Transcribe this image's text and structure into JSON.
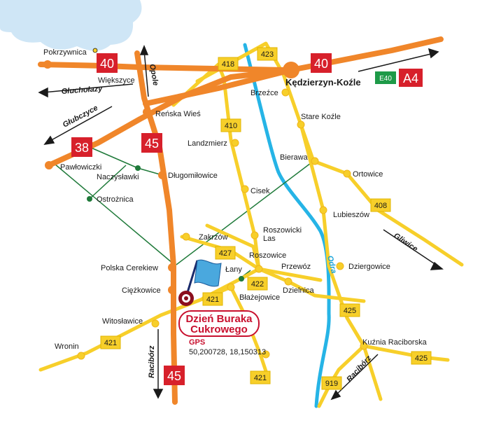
{
  "map": {
    "towns": {
      "pokrzywnica": "Pokrzywnica",
      "wiekszyce": "Większyce",
      "renska_wies": "Reńska Wieś",
      "kedzierzyn_kozle": "Kędzierzyn-Koźle",
      "brzezce": "Brzeźce",
      "stare_kozle": "Stare Koźle",
      "landzmierz": "Landzmierz",
      "bierawa": "Bierawa",
      "ortowice": "Ortowice",
      "pawlowiczki": "Pawłowiczki",
      "naczyslawki": "Naczysławki",
      "dlugomilowice": "Długomiłowice",
      "cisek": "Cisek",
      "ostroznica": "Ostrożnica",
      "lubieszow": "Lubieszów",
      "zakrzow": "Zakrzów",
      "roszowicki_las_1": "Roszowicki",
      "roszowicki_las_2": "Las",
      "roszowice": "Roszowice",
      "polska_cerekiew": "Polska Cerekiew",
      "lany": "Łany",
      "przewoz": "Przewóz",
      "dziergowice": "Dziergowice",
      "ciezkowice": "Ciężkowice",
      "dzielnica": "Dzielnica",
      "blazejowice": "Błażejowice",
      "witoslawice": "Witosławice",
      "wronin": "Wronin",
      "kuznia_raciborska": "Kuźnia Raciborska"
    },
    "directions": {
      "opole": "Opole",
      "glucholazy": "Głuchołazy",
      "glubczyce": "Głubczyce",
      "gliwice": "Gliwice",
      "raciborz_left": "Racibórz",
      "raciborz_right": "Racibórz"
    },
    "river": "Odra",
    "national_roads": {
      "r40_west": "40",
      "r40_east": "40",
      "r38": "38",
      "r45_north": "45",
      "r45_south": "45"
    },
    "regional_roads": {
      "r418": "418",
      "r423": "423",
      "r410": "410",
      "r408": "408",
      "r427": "427",
      "r422": "422",
      "r421_center": "421",
      "r421_west": "421",
      "r421_south": "421",
      "r425_mid": "425",
      "r425_east": "425",
      "r919": "919"
    },
    "highways": {
      "e40": "E40",
      "a4": "A4"
    },
    "event": {
      "title_line1": "Dzień Buraka",
      "title_line2": "Cukrowego",
      "gps_label": "GPS",
      "gps_coords": "50,200728, 18,150313"
    },
    "colors": {
      "national_road": "#f0862a",
      "regional_road": "#f7cf2a",
      "local_road": "#1f7a3a",
      "river": "#26b4e6",
      "national_shield": "#d7202b",
      "highway_shield": "#1e9a48",
      "cloud": "#cfe6f6",
      "event_red": "#c8102e",
      "flag_blue": "#4aa8de"
    }
  }
}
